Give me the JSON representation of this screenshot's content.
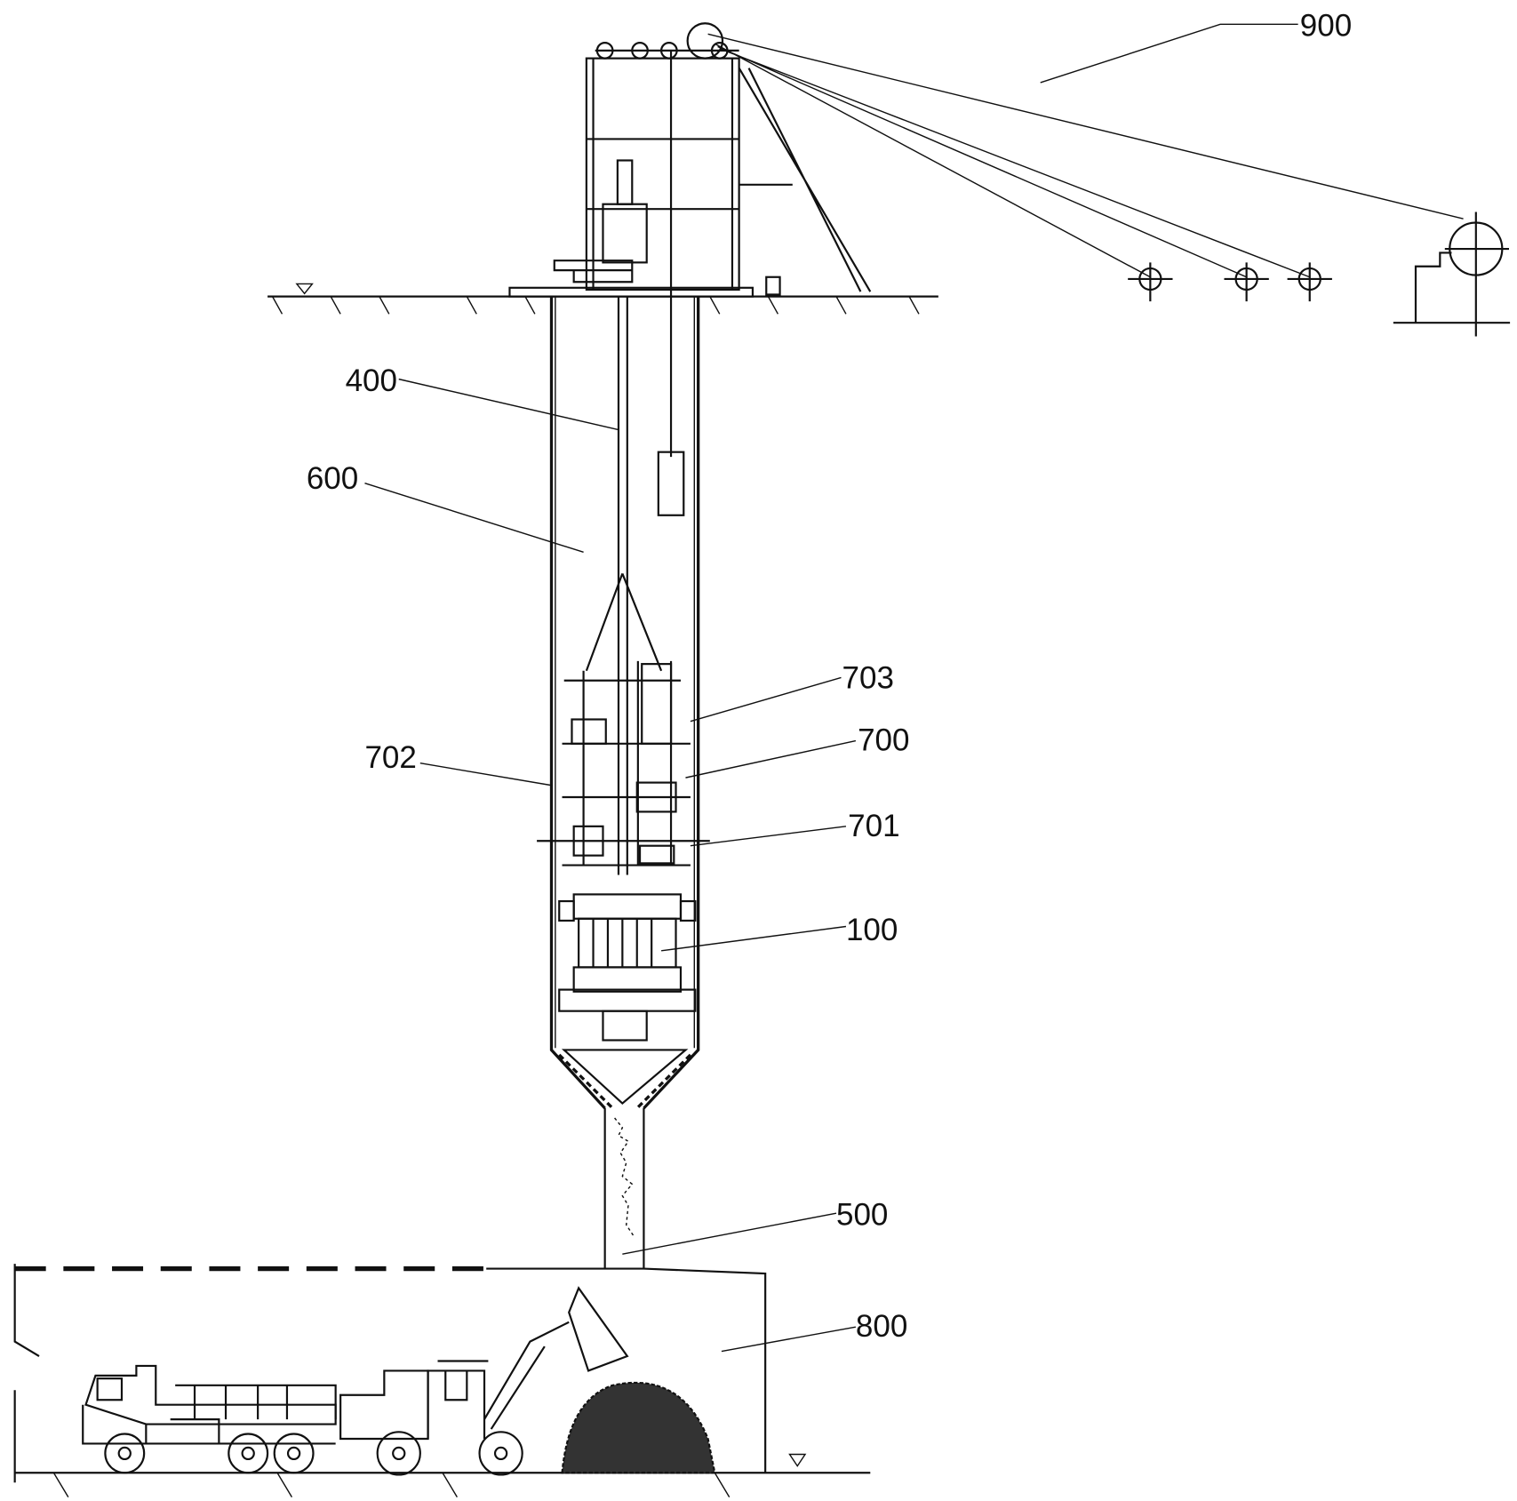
{
  "figure": {
    "labels": {
      "l900": "900",
      "l400": "400",
      "l600": "600",
      "l703": "703",
      "l700": "700",
      "l702": "702",
      "l701": "701",
      "l100": "100",
      "l500": "500",
      "l800": "800"
    },
    "colors": {
      "ink": "#111111",
      "background": "#ffffff"
    }
  }
}
